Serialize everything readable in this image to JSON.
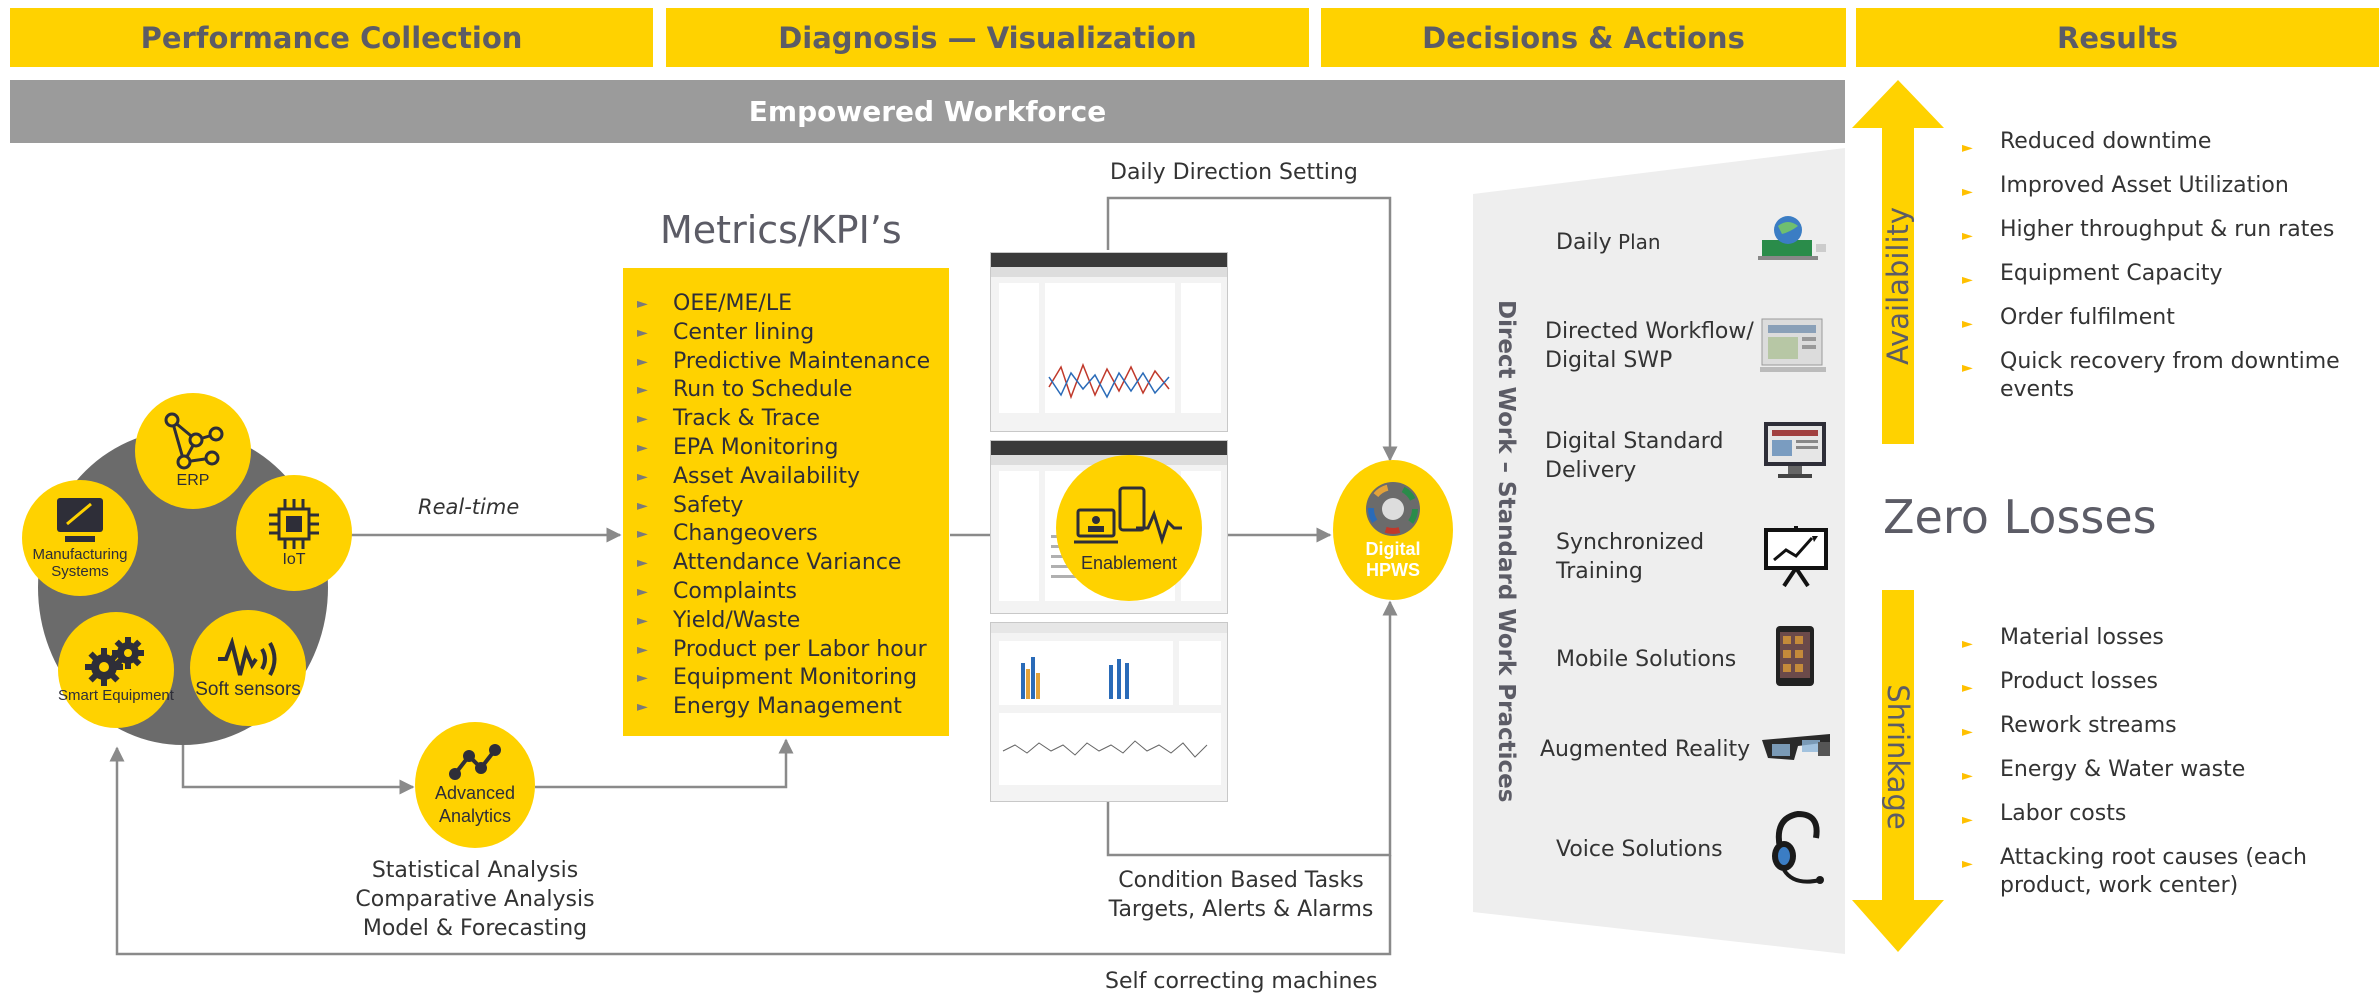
{
  "headers": [
    "Performance Collection",
    "Diagnosis — Visualization",
    "Decisions & Actions",
    "Results"
  ],
  "workforce": "Empowered Workforce",
  "sources": {
    "erp": "ERP",
    "iot": "IoT",
    "manufacturing_systems": "Manufacturing Systems",
    "smart_equipment": "Smart Equipment",
    "soft_sensors": "Soft sensors"
  },
  "realtime": "Real-time",
  "advanced_analytics": "Advanced Analytics",
  "analytics_notes": [
    "Statistical Analysis",
    "Comparative Analysis",
    "Model & Forecasting"
  ],
  "metrics_title": "Metrics/KPI’s",
  "kpis": [
    "OEE/ME/LE",
    "Center lining",
    "Predictive Maintenance",
    "Run to Schedule",
    "Track & Trace",
    "EPA Monitoring",
    "Asset Availability",
    "Safety",
    "Changeovers",
    "Attendance Variance",
    "Complaints",
    "Yield/Waste",
    "Product per Labor hour",
    "Equipment Monitoring",
    "Energy Management"
  ],
  "enablement": "Enablement",
  "digital_hpws": [
    "Digital",
    "HPWS"
  ],
  "daily_direction": "Daily Direction Setting",
  "condition_tasks": [
    "Condition Based Tasks",
    "Targets, Alerts & Alarms"
  ],
  "self_correcting": "Self correcting machines",
  "standard_work_title": "Direct Work – Standard Work Practices",
  "standard_work": [
    {
      "bold": "Daily",
      "rest": " Plan",
      "icon": "globe-laptop-icon"
    },
    {
      "bold": "Directed Workflow/ Digital SWP",
      "rest": "",
      "icon": "document-screen-icon"
    },
    {
      "bold": "Digital Standard Delivery",
      "rest": "",
      "icon": "monitor-icon"
    },
    {
      "bold": "Synchronized Training",
      "rest": "",
      "icon": "presentation-board-icon"
    },
    {
      "bold": "Mobile Solutions",
      "rest": "",
      "icon": "tablet-icon"
    },
    {
      "bold": "Augmented Reality",
      "rest": "",
      "icon": "ar-glasses-icon"
    },
    {
      "bold": "Voice Solutions",
      "rest": "",
      "icon": "headset-icon"
    }
  ],
  "availability_label": "Availability",
  "availability_results": [
    "Reduced downtime",
    "Improved Asset Utilization",
    "Higher throughput & run rates",
    "Equipment Capacity",
    "Order fulfilment",
    "Quick recovery from downtime events"
  ],
  "zero_losses": "Zero Losses",
  "shrinkage_label": "Shrinkage",
  "shrinkage_results": [
    "Material losses",
    "Product losses",
    "Rework streams",
    "Energy & Water waste",
    "Labor costs",
    "Attacking root causes (each product, work center)"
  ],
  "colors": {
    "yellow": "#FFD200",
    "gray": "#9b9b9b",
    "dark": "#2e2e38",
    "line": "#8a8a8a"
  }
}
